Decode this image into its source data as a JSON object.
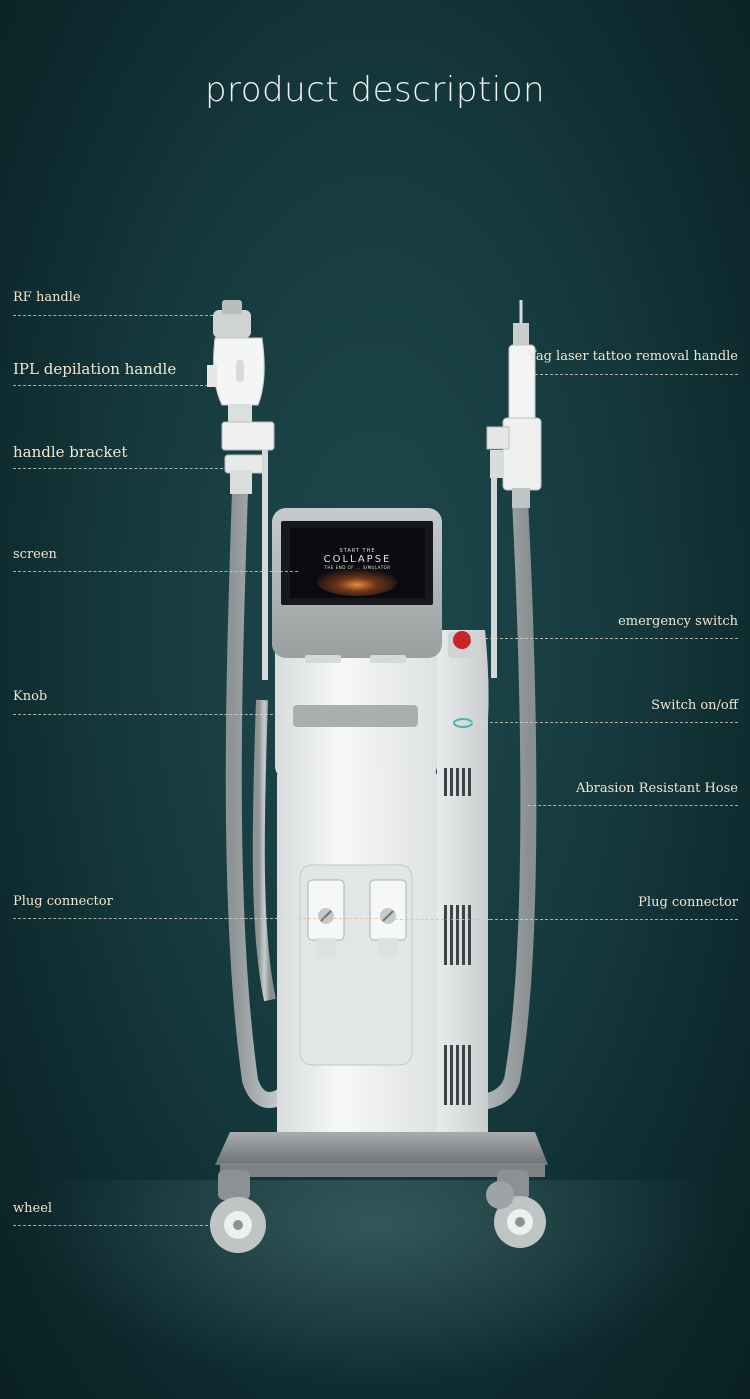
{
  "title": "product description",
  "labels": {
    "rf_handle": "RF handle",
    "ipl_handle": "IPL depilation handle",
    "handle_bracket": "handle bracket",
    "screen": "screen",
    "knob": "Knob",
    "plug_connector_left": "Plug connector",
    "wheel": "wheel",
    "yag_handle": "Yag laser tattoo removal handle",
    "emergency_switch": "emergency switch",
    "switch_onoff": "Switch on/off",
    "hose": "Abrasion Resistant Hose",
    "plug_connector_right": "Plug connector"
  },
  "screen_display": {
    "line1": "START THE",
    "line2": "COLLAPSE",
    "line3": "THE END OF ... SIMULATOR"
  }
}
